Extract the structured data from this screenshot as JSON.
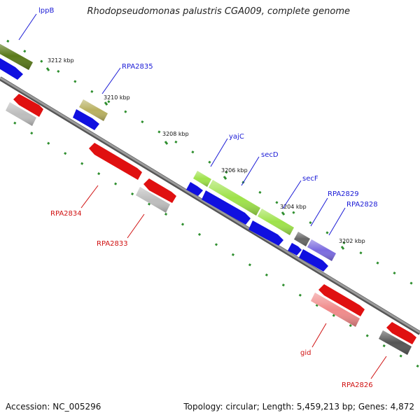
{
  "header": {
    "title": "Rhodopseudomonas palustris CGA009, complete genome"
  },
  "footer": {
    "accession": "Accession: NC_005296",
    "summary": "Topology: circular; Length: 5,459,213 bp; Genes: 4,872"
  },
  "ticks": [
    {
      "label": "3212 kbp"
    },
    {
      "label": "3210 kbp"
    },
    {
      "label": "3208 kbp"
    },
    {
      "label": "3206 kbp"
    },
    {
      "label": "3204 kbp"
    },
    {
      "label": "3202 kbp"
    }
  ],
  "genes": {
    "lppB": {
      "label": "lppB"
    },
    "RPA2835": {
      "label": "RPA2835"
    },
    "yajC": {
      "label": "yajC"
    },
    "secD": {
      "label": "secD"
    },
    "secF": {
      "label": "secF"
    },
    "RPA2829": {
      "label": "RPA2829"
    },
    "RPA2828": {
      "label": "RPA2828"
    },
    "RPA2834": {
      "label": "RPA2834"
    },
    "RPA2833": {
      "label": "RPA2833"
    },
    "gid": {
      "label": "gid"
    },
    "RPA2826": {
      "label": "RPA2826"
    }
  },
  "colors": {
    "backbone": "#8a8a8a",
    "tick": "#2f8f2f",
    "forward_label": "#1a1ad6",
    "reverse_label": "#d01010",
    "cds_blue": "#1010e0",
    "cds_red": "#e01010",
    "lppB": "#5a7a1a",
    "RPA2835": "#b8b060",
    "yajC_secD_secF": "#9ee24a",
    "RPA2829": "#666666",
    "RPA2828": "#7a6adf",
    "RPA2833": "#bdbdbd",
    "gid": "#f08a8a",
    "RPA2826": "#555555"
  }
}
